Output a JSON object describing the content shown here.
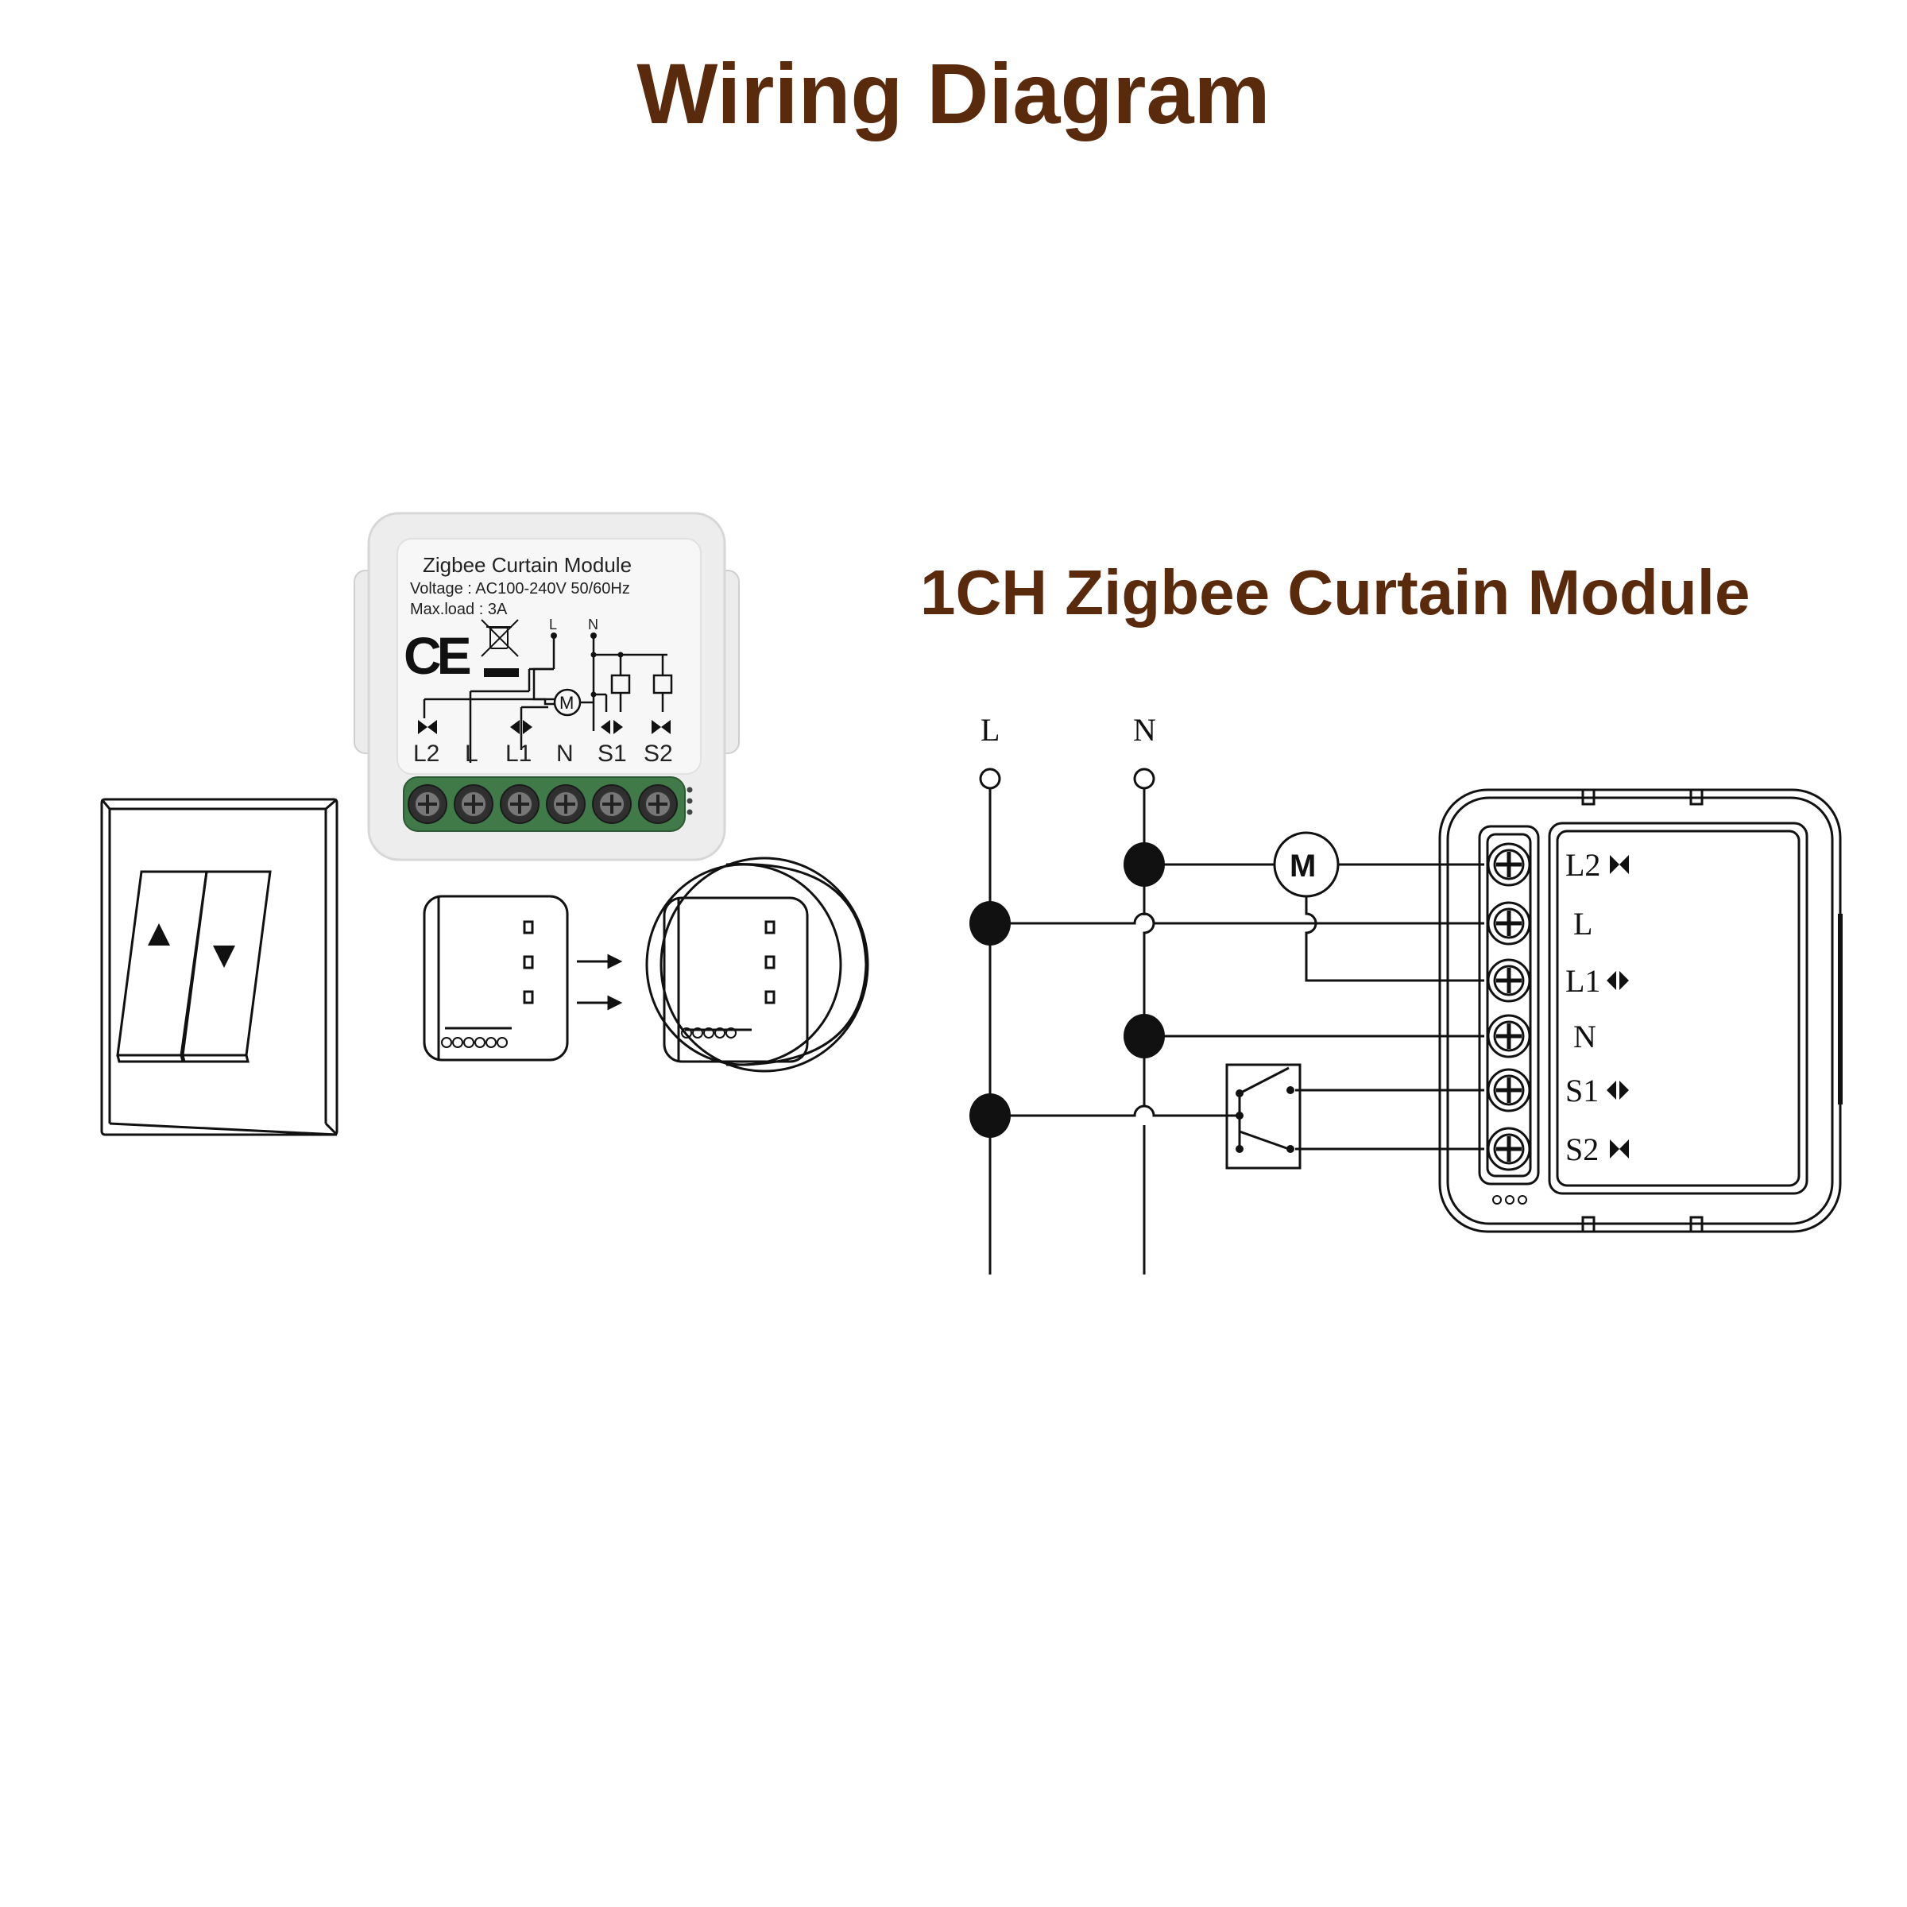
{
  "title": "Wiring Diagram",
  "subtitle": "1CH Zigbee Curtain Module",
  "colors": {
    "title": "#5a2a0c",
    "terminal_green": "#3f7a48",
    "line": "#111111"
  },
  "module_label": {
    "name": "Zigbee Curtain Module",
    "voltage": "Voltage : AC100-240V 50/60Hz",
    "maxload": "Max.load : 3A",
    "ce": "CE",
    "mini_L": "L",
    "mini_N": "N",
    "motor": "M",
    "terminals": [
      "L2",
      "L",
      "L1",
      "N",
      "S1",
      "S2"
    ]
  },
  "wall_switch": {
    "up_icon": "up-arrow-icon",
    "down_icon": "down-arrow-icon"
  },
  "schematic": {
    "line_L": "L",
    "line_N": "N",
    "motor": "M",
    "terminals": [
      "L2",
      "L",
      "L1",
      "N",
      "S1",
      "S2"
    ]
  }
}
